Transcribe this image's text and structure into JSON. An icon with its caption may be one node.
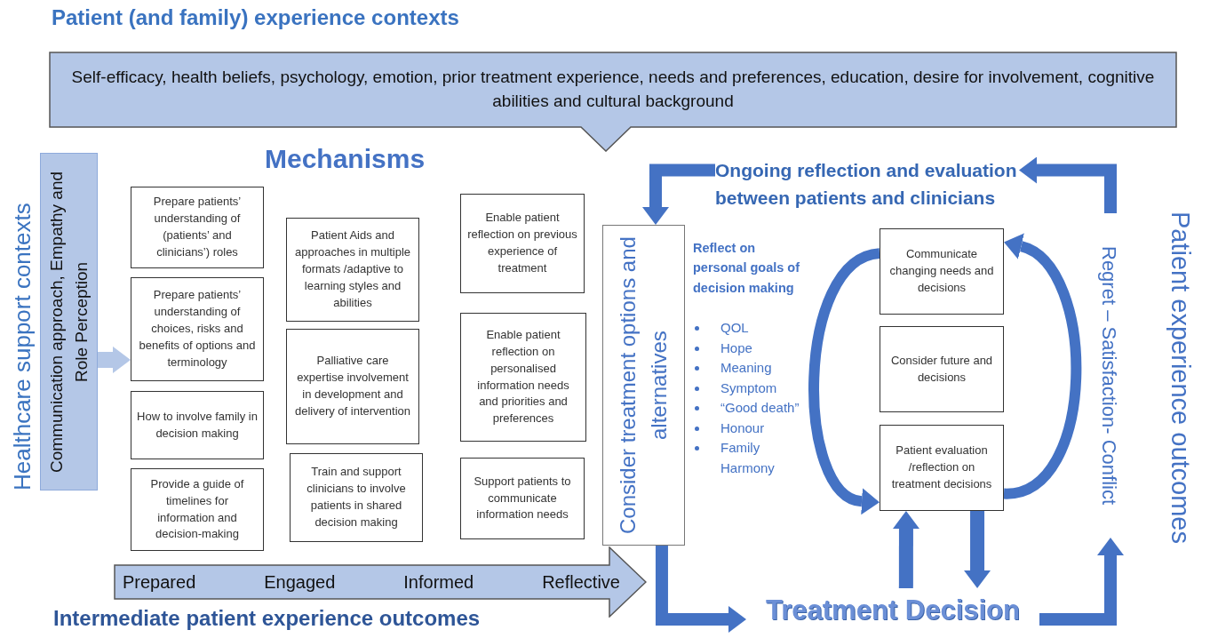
{
  "diagram": {
    "title": "Patient (and family) experience contexts",
    "nodes": [
      {
        "text": [
          "Self-efficacy, health beliefs, psychology, emotion, prior treatment experience, needs and preferences, education, desire for involvement, cognitive abilities and cultural background"
        ]
      },
      {
        "text": [
          "Communication approach, Empathy and Role Perception"
        ]
      },
      {
        "text": [
          "Prepare patients’ understanding of (patients’ and clinicians’) roles"
        ]
      },
      {
        "text": [
          "Prepare patients’ understanding of choices, risks and benefits of options and terminology"
        ]
      },
      {
        "text": [
          "How to involve family in decision making"
        ]
      },
      {
        "text": [
          "Provide a guide of timelines for information and decision-making"
        ]
      },
      {
        "text": [
          "Patient Aids and approaches in multiple formats /adaptive to learning styles and abilities"
        ]
      },
      {
        "text": [
          "Palliative care expertise involvement in development and delivery of intervention"
        ]
      },
      {
        "text": [
          "Train and support clinicians to involve patients in shared decision making"
        ]
      },
      {
        "text": [
          "Enable patient reflection on previous experience of treatment"
        ]
      },
      {
        "text": [
          "Enable patient reflection on personalised information needs and priorities and preferences"
        ]
      },
      {
        "text": [
          "Support patients to communicate information needs"
        ]
      },
      {
        "text": [
          "Consider treatment options and alternatives"
        ]
      },
      {
        "text": [
          "Communicate changing needs and decisions"
        ]
      },
      {
        "text": [
          "Consider future and decisions"
        ]
      },
      {
        "text": [
          "Patient evaluation /reflection on treatment decisions"
        ]
      },
      {
        "text": [
          "Treatment Decision"
        ]
      },
      {
        "text": [
          "Prepared",
          "Engaged",
          "Informed",
          "Reflective"
        ]
      },
      {
        "text": [
          "Ongoing reflection and evaluation between patients and clinicians"
        ]
      },
      {
        "text": [
          "Regret – Satisfaction- Conflict"
        ]
      }
    ],
    "edges": [
      {
        "from": 1,
        "to": 3,
        "arrow": "to",
        "color": "#b4c7e7"
      },
      {
        "from": 18,
        "to": 12,
        "arrow": "to"
      },
      {
        "from": 12,
        "to": 16,
        "arrow": "to"
      },
      {
        "from": 16,
        "to": 19,
        "arrow": "to"
      },
      {
        "from": 19,
        "to": 18,
        "arrow": "to"
      },
      {
        "from": 13,
        "to": 15,
        "arrow": "to"
      },
      {
        "from": 15,
        "to": 13,
        "arrow": "to"
      },
      {
        "from": 16,
        "to": 15,
        "arrow": "to"
      },
      {
        "from": 15,
        "to": 16,
        "arrow": "to"
      }
    ],
    "labels": [
      "Healthcare support contexts",
      "Mechanisms",
      "Reflect on personal goals of decision making",
      "QOL",
      "Hope",
      "Meaning",
      "Symptom",
      "“Good death”",
      "Honour",
      "Family Harmony",
      "Patient experience outcomes",
      "Intermediate patient experience outcomes"
    ]
  }
}
